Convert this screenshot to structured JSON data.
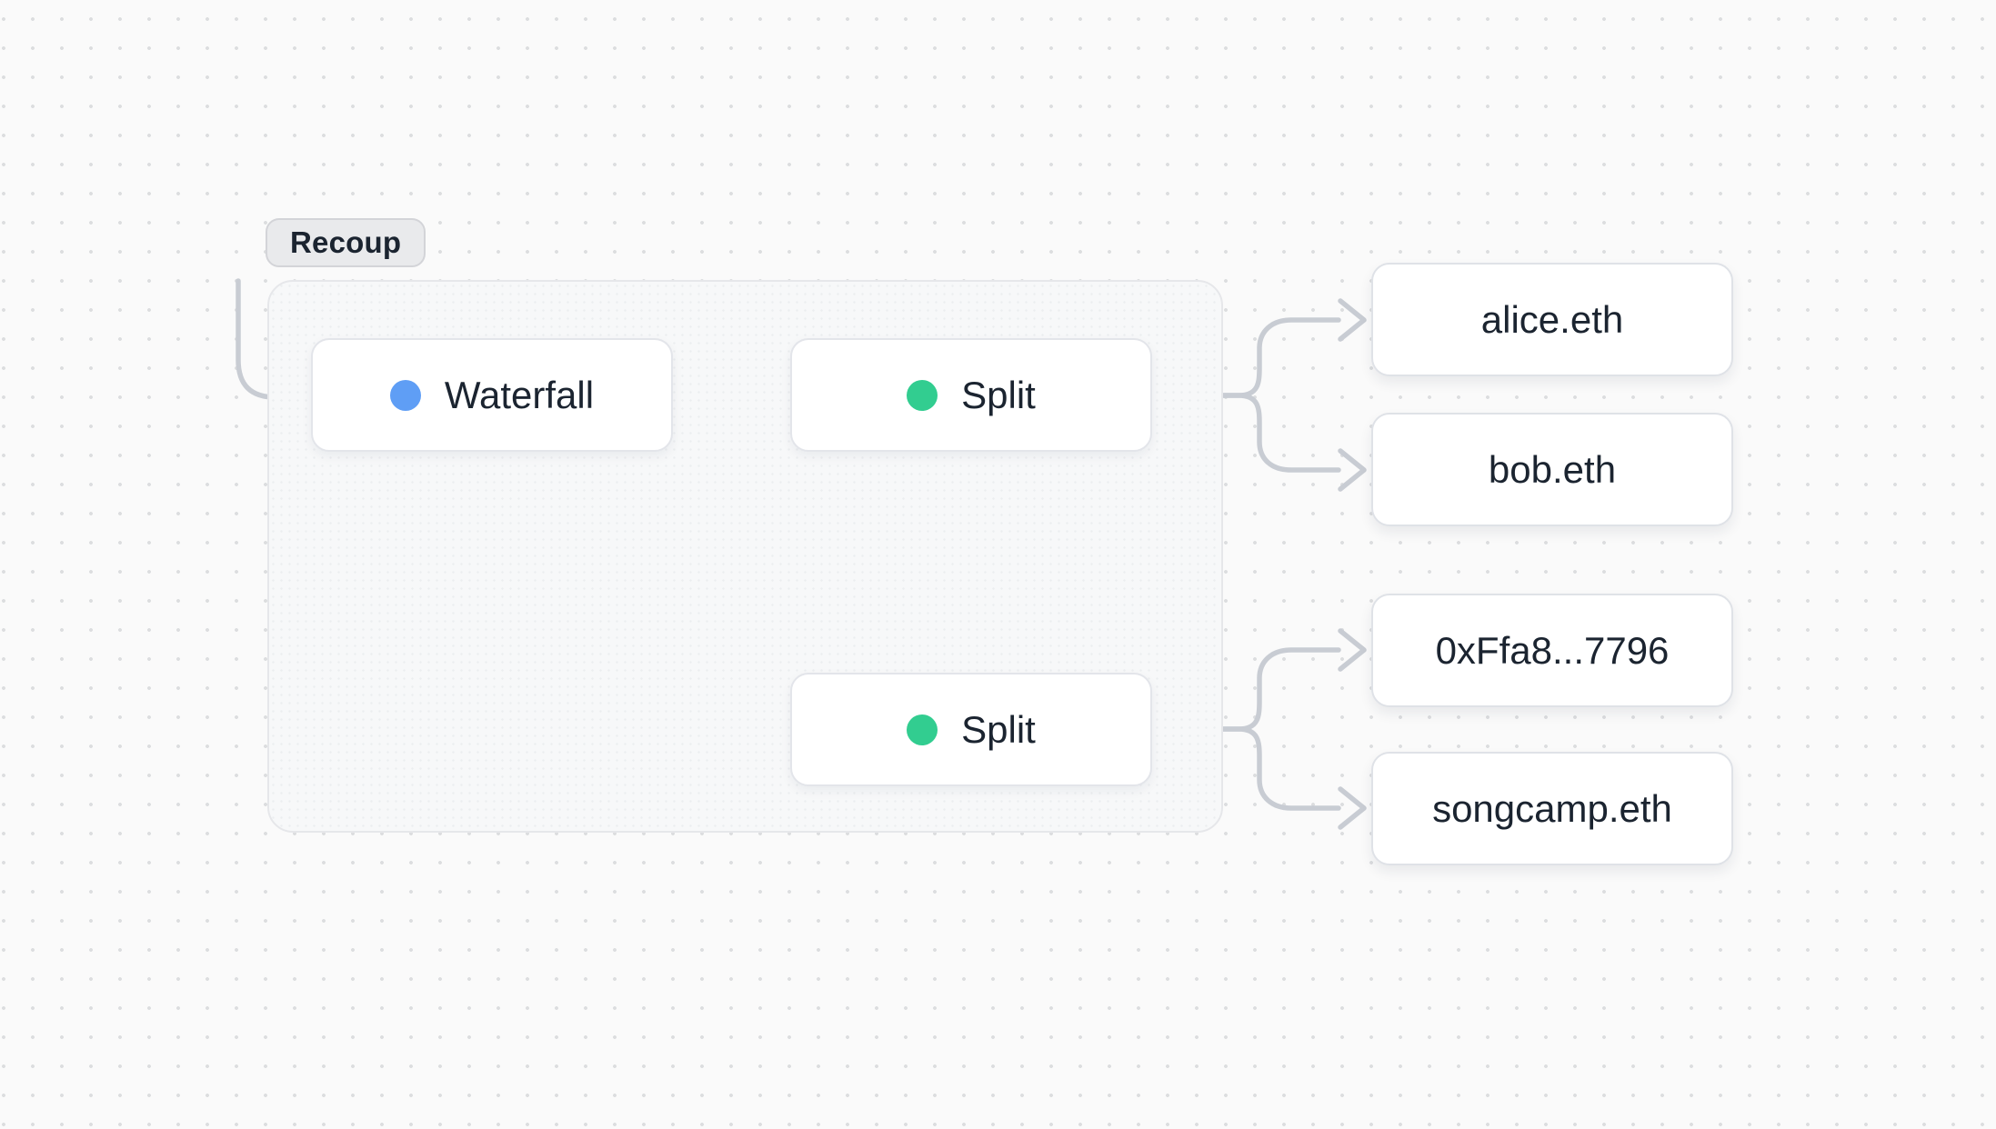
{
  "group": {
    "label": "Recoup"
  },
  "nodes": [
    {
      "id": "waterfall",
      "type": "Waterfall",
      "label": "Waterfall",
      "dot_color": "#5f9ef5"
    },
    {
      "id": "split-1",
      "type": "Split",
      "label": "Split",
      "dot_color": "#32cd90"
    },
    {
      "id": "split-2",
      "type": "Split",
      "label": "Split",
      "dot_color": "#32cd90"
    }
  ],
  "recipients": [
    {
      "id": "alice",
      "label": "alice.eth"
    },
    {
      "id": "bob",
      "label": "bob.eth"
    },
    {
      "id": "address",
      "label": "0xFfa8...7796"
    },
    {
      "id": "songcamp",
      "label": "songcamp.eth"
    }
  ],
  "colors": {
    "waterfall_accent": "#5f9ef5",
    "split_accent": "#32cd90",
    "edge": "#c8ccd3",
    "text": "#1b2430",
    "canvas_background": "#fafafa"
  }
}
